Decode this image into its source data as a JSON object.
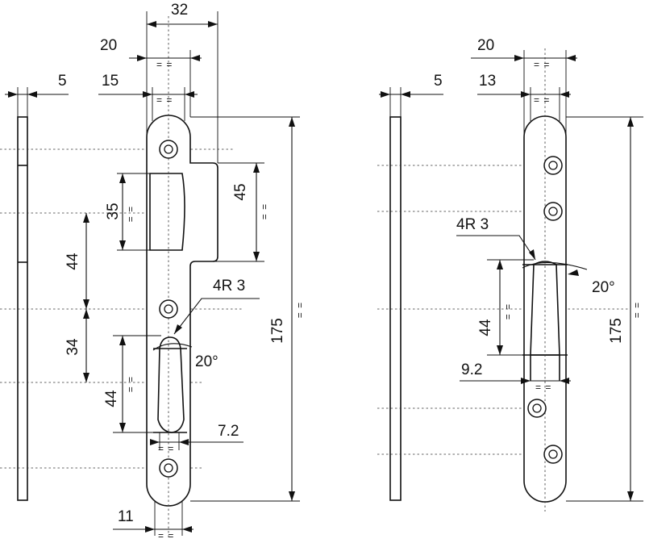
{
  "left_view": {
    "dimensions": {
      "width_32": "32",
      "width_20": "20",
      "width_15": "15",
      "thickness_5": "5",
      "height_35": "35",
      "height_45": "45",
      "spacing_44_upper": "44",
      "spacing_34": "34",
      "slot_44": "44",
      "length_175": "175",
      "slot_7_2": "7.2",
      "width_11": "11",
      "radius_note": "4R 3",
      "angle": "20°"
    }
  },
  "right_view": {
    "dimensions": {
      "width_20": "20",
      "thickness_5": "5",
      "width_13": "13",
      "radius_note": "4R 3",
      "angle": "20°",
      "slot_44": "44",
      "slot_9_2": "9.2",
      "length_175": "175"
    }
  },
  "symmetry_mark": "= ="
}
